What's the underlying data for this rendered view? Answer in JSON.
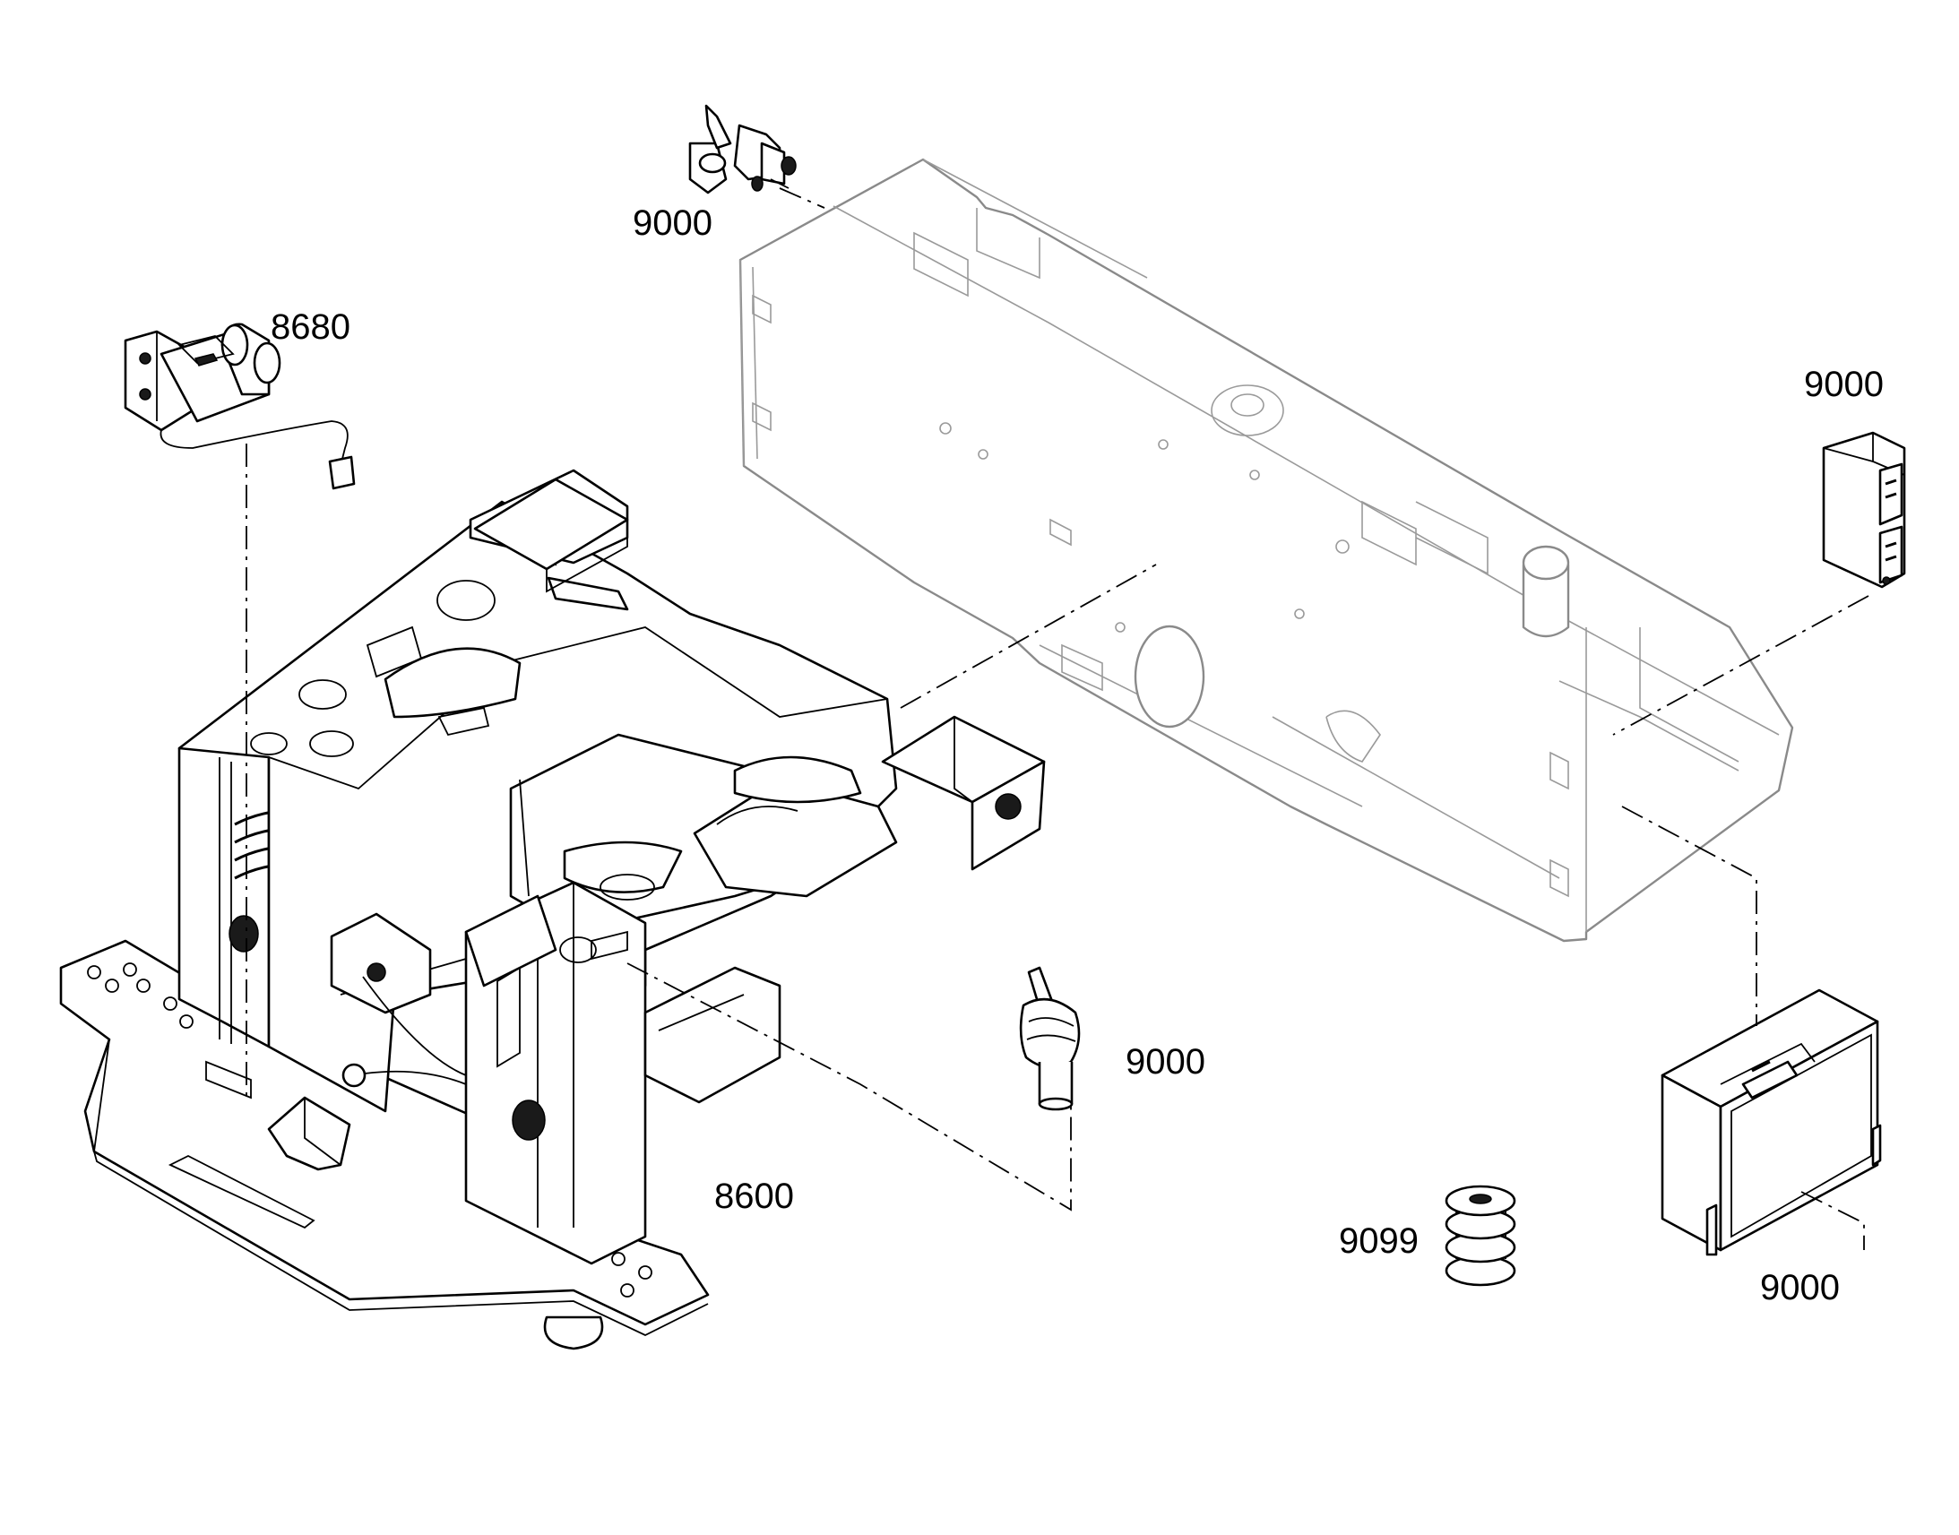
{
  "diagram": {
    "callouts": {
      "seat_console": "8600",
      "seat_switch": "8680",
      "battery_switch": "9000",
      "control_unit_top": "9000",
      "joystick": "9000",
      "control_unit_bottom": "9000",
      "spacers": "9099"
    },
    "colors": {
      "line": "#000000",
      "ghost_line": "#8a8a8a",
      "background": "#ffffff"
    }
  }
}
